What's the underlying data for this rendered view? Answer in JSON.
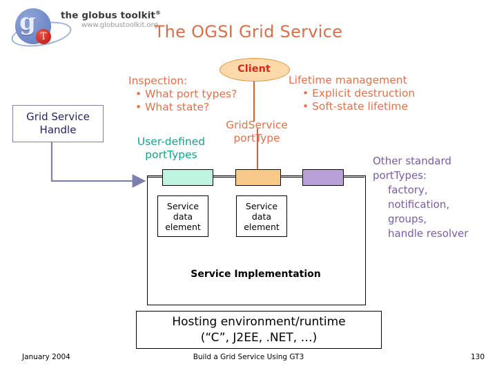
{
  "logo": {
    "sphere_letter": "g",
    "tdot_letter": "T",
    "brand": "the globus toolkit",
    "trademark": "®",
    "url": "www.globustoolkit.org"
  },
  "slide": {
    "title": "The OGSI Grid Service",
    "title_color": "#d4704a"
  },
  "annotations": {
    "inspection": {
      "heading": "Inspection:",
      "bullets": [
        "• What port types?",
        "• What state?"
      ],
      "color": "#e0714a"
    },
    "lifetime": {
      "heading": "Lifetime management",
      "bullets": [
        "• Explicit destruction",
        "• Soft-state lifetime"
      ],
      "color": "#e0714a"
    },
    "user_defined": {
      "line1": "User-defined",
      "line2": "portTypes",
      "color": "#14a38a"
    },
    "grid_service_porttype": {
      "line1": "GridService",
      "line2": "portType",
      "color": "#e0714a"
    },
    "other_porttypes": {
      "heading": "Other standard portTypes:",
      "items": [
        "factory,",
        "notification,",
        "groups,",
        "handle resolver"
      ],
      "color": "#7a5ba6"
    }
  },
  "client": {
    "label": "Client",
    "fill": "#fbd9a8",
    "stroke": "#e0913f",
    "text_color": "#d42a1e"
  },
  "handle": {
    "line1": "Grid Service",
    "line2": "Handle",
    "text_color": "#232364",
    "stroke": "#7f7fae"
  },
  "service": {
    "port_types": [
      {
        "name": "user-defined-porttype",
        "fill": "#bdf5e0"
      },
      {
        "name": "gridservice-porttype",
        "fill": "#f8c98a"
      },
      {
        "name": "other-standard-porttype",
        "fill": "#b9a0d8"
      }
    ],
    "service_data_elements": [
      {
        "line1": "Service",
        "line2": "data",
        "line3": "element"
      },
      {
        "line1": "Service",
        "line2": "data",
        "line3": "element"
      }
    ],
    "implementation_label": "Service Implementation"
  },
  "hosting": {
    "line1": "Hosting environment/runtime",
    "line2": "(“C”, J2EE, .NET, …)"
  },
  "footer": {
    "date": "January 2004",
    "center": "Build a Grid Service Using GT3",
    "page": "130"
  }
}
